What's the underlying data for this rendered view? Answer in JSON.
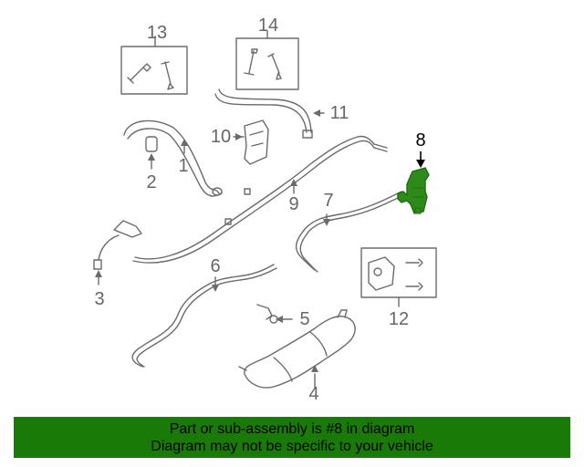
{
  "diagram": {
    "callouts": {
      "c1": "1",
      "c2": "2",
      "c3": "3",
      "c4": "4",
      "c5": "5",
      "c6": "6",
      "c7": "7",
      "c8": "8",
      "c9": "9",
      "c10": "10",
      "c11": "11",
      "c12": "12",
      "c13": "13",
      "c14": "14"
    },
    "highlighted_part": "8",
    "colors": {
      "line": "#6b6b6b",
      "highlight": "#1f6b12",
      "highlight_fill": "#2e8b1a"
    }
  },
  "banner": {
    "line1": "Part or sub-assembly is #8 in diagram",
    "line2": "Diagram may not be specific to your vehicle",
    "background": "#1a7a08"
  }
}
